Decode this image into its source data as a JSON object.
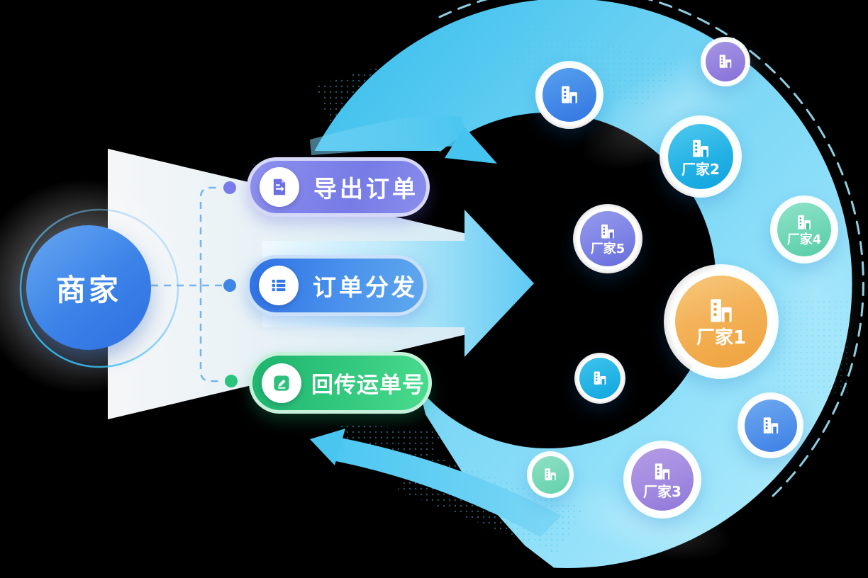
{
  "diagram_title": "merchant-to-manufacturers order flow",
  "merchant": {
    "label": "商家"
  },
  "actions": [
    {
      "id": "export",
      "label": "导出订单",
      "icon": "export-document-icon",
      "pill_color_from": "#767be6",
      "pill_color_to": "#8d90ee",
      "border_color": "#d6d8f8",
      "dot_color": "#787ce8"
    },
    {
      "id": "distribute",
      "label": "订单分发",
      "icon": "list-icon",
      "pill_color_from": "#2f72e4",
      "pill_color_to": "#5fa8ee",
      "border_color": "#cbe0fa",
      "dot_color": "#3e87e8"
    },
    {
      "id": "return",
      "label": "回传运单号",
      "icon": "edit-pencil-icon",
      "pill_color_from": "#1fb46e",
      "pill_color_to": "#4adc8d",
      "border_color": "#c6f1da",
      "dot_color": "#2bc47a"
    }
  ],
  "factories": [
    {
      "id": "factory1",
      "label": "厂家1",
      "color_from": "#f8c97c",
      "color_to": "#efa23c"
    },
    {
      "id": "factory2",
      "label": "厂家2",
      "color_from": "#4fc9ee",
      "color_to": "#0fa3de"
    },
    {
      "id": "factory3",
      "label": "厂家3",
      "color_from": "#b49ce6",
      "color_to": "#8f79d9"
    },
    {
      "id": "factory4",
      "label": "厂家4",
      "color_from": "#8fe3c9",
      "color_to": "#58cda6"
    },
    {
      "id": "factory5",
      "label": "厂家5",
      "color_from": "#959aec",
      "color_to": "#666cdc"
    }
  ],
  "satellite_factories": [
    {
      "id": "satellite-blue-top-left",
      "color_from": "#57a0ee",
      "color_to": "#3375e2"
    },
    {
      "id": "satellite-purple-top-right",
      "color_from": "#a795e4",
      "color_to": "#8671d9"
    },
    {
      "id": "satellite-cyan-middle",
      "color_from": "#3fc3ec",
      "color_to": "#0fa6df"
    },
    {
      "id": "satellite-green-bottom",
      "color_from": "#8fe0c4",
      "color_to": "#62d1ac"
    },
    {
      "id": "satellite-blue-right",
      "color_from": "#6fa9f0",
      "color_to": "#3c7fe5"
    }
  ],
  "colors": {
    "background": "#000000",
    "crescent_from": "#45c3ee",
    "crescent_to": "#a9e8fb",
    "big_arrow_tip": "#5cc9f3",
    "merchant_from": "#66a8f1",
    "merchant_to": "#2e6fe2",
    "connector_dash": "#74b4f0"
  }
}
